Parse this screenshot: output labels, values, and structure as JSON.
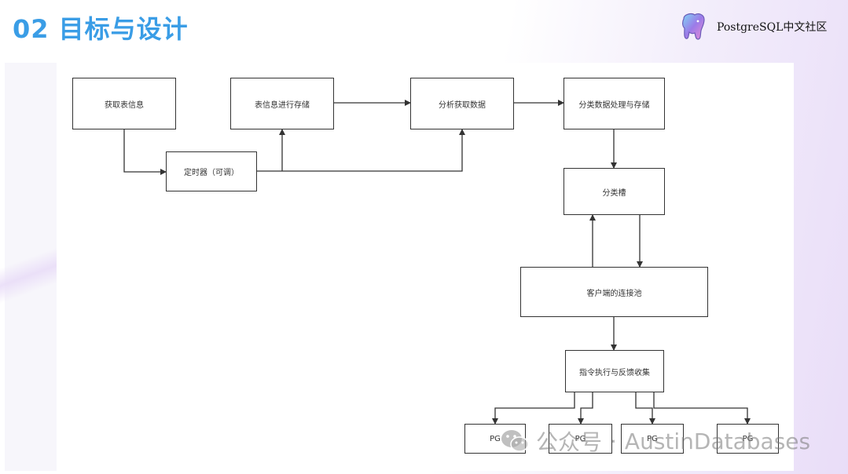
{
  "header": {
    "title": "02 目标与设计",
    "brand": "PostgreSQL中文社区"
  },
  "diagram": {
    "nodes": {
      "get_table_info": "获取表信息",
      "store_table_info": "表信息进行存储",
      "analyze_data": "分析获取数据",
      "classify_store": "分类数据处理与存储",
      "timer": "定时器（可调）",
      "classify_slot": "分类槽",
      "client_pool": "客户端的连接池",
      "exec_feedback": "指令执行与反馈收集",
      "pg1": "PG",
      "pg2": "PG",
      "pg3": "PG",
      "pg4": "PG"
    }
  },
  "watermark": {
    "label": "公众号",
    "dot": "·",
    "account": "AustinDatabases"
  },
  "colors": {
    "title": "#3a9de6",
    "line": "#333333"
  }
}
